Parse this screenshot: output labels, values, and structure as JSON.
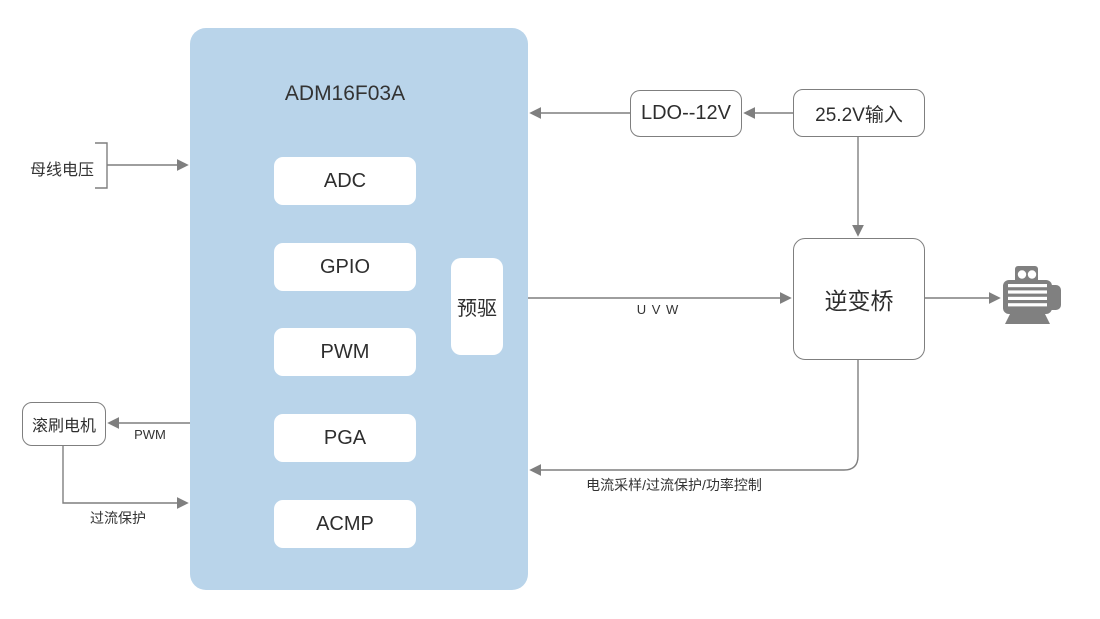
{
  "diagram": {
    "chip": {
      "title": "ADM16F03A",
      "modules": [
        "ADC",
        "GPIO",
        "PWM",
        "PGA",
        "ACMP"
      ],
      "predriver": "预驱"
    },
    "nodes": {
      "ldo": "LDO--12V",
      "power_input": "25.2V输入",
      "inverter_bridge": "逆变桥",
      "brush_motor": "滚刷电机"
    },
    "edge_labels": {
      "bus_voltage": "母线电压",
      "pwm": "PWM",
      "overcurrent_protection": "过流保护",
      "uvw": "U V W",
      "feedback": "电流采样/过流保护/功率控制"
    },
    "icons": {
      "motor": "motor-icon"
    },
    "colors": {
      "chip_fill": "#b9d4ea",
      "module_fill": "#ffffff",
      "box_border": "#7f7f7f",
      "wire": "#7f7f7f",
      "text": "#333333",
      "motor_icon": "#808080",
      "background": "#ffffff"
    }
  }
}
